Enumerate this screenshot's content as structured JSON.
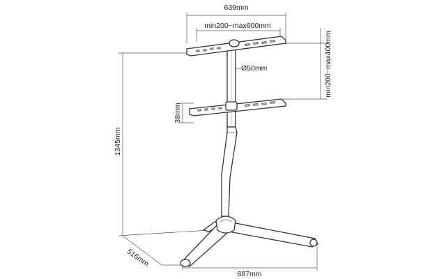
{
  "dimensions": {
    "total_width": "639mm",
    "vesa_width": "min200~max600mm",
    "vesa_height": "min200~max400mm",
    "pole_diameter": "Ø50mm",
    "bracket_height": "38mm",
    "total_height": "1345mm",
    "base_depth": "516mm",
    "base_width": "887mm"
  },
  "colors": {
    "line": "#333333",
    "background": "#ffffff"
  }
}
